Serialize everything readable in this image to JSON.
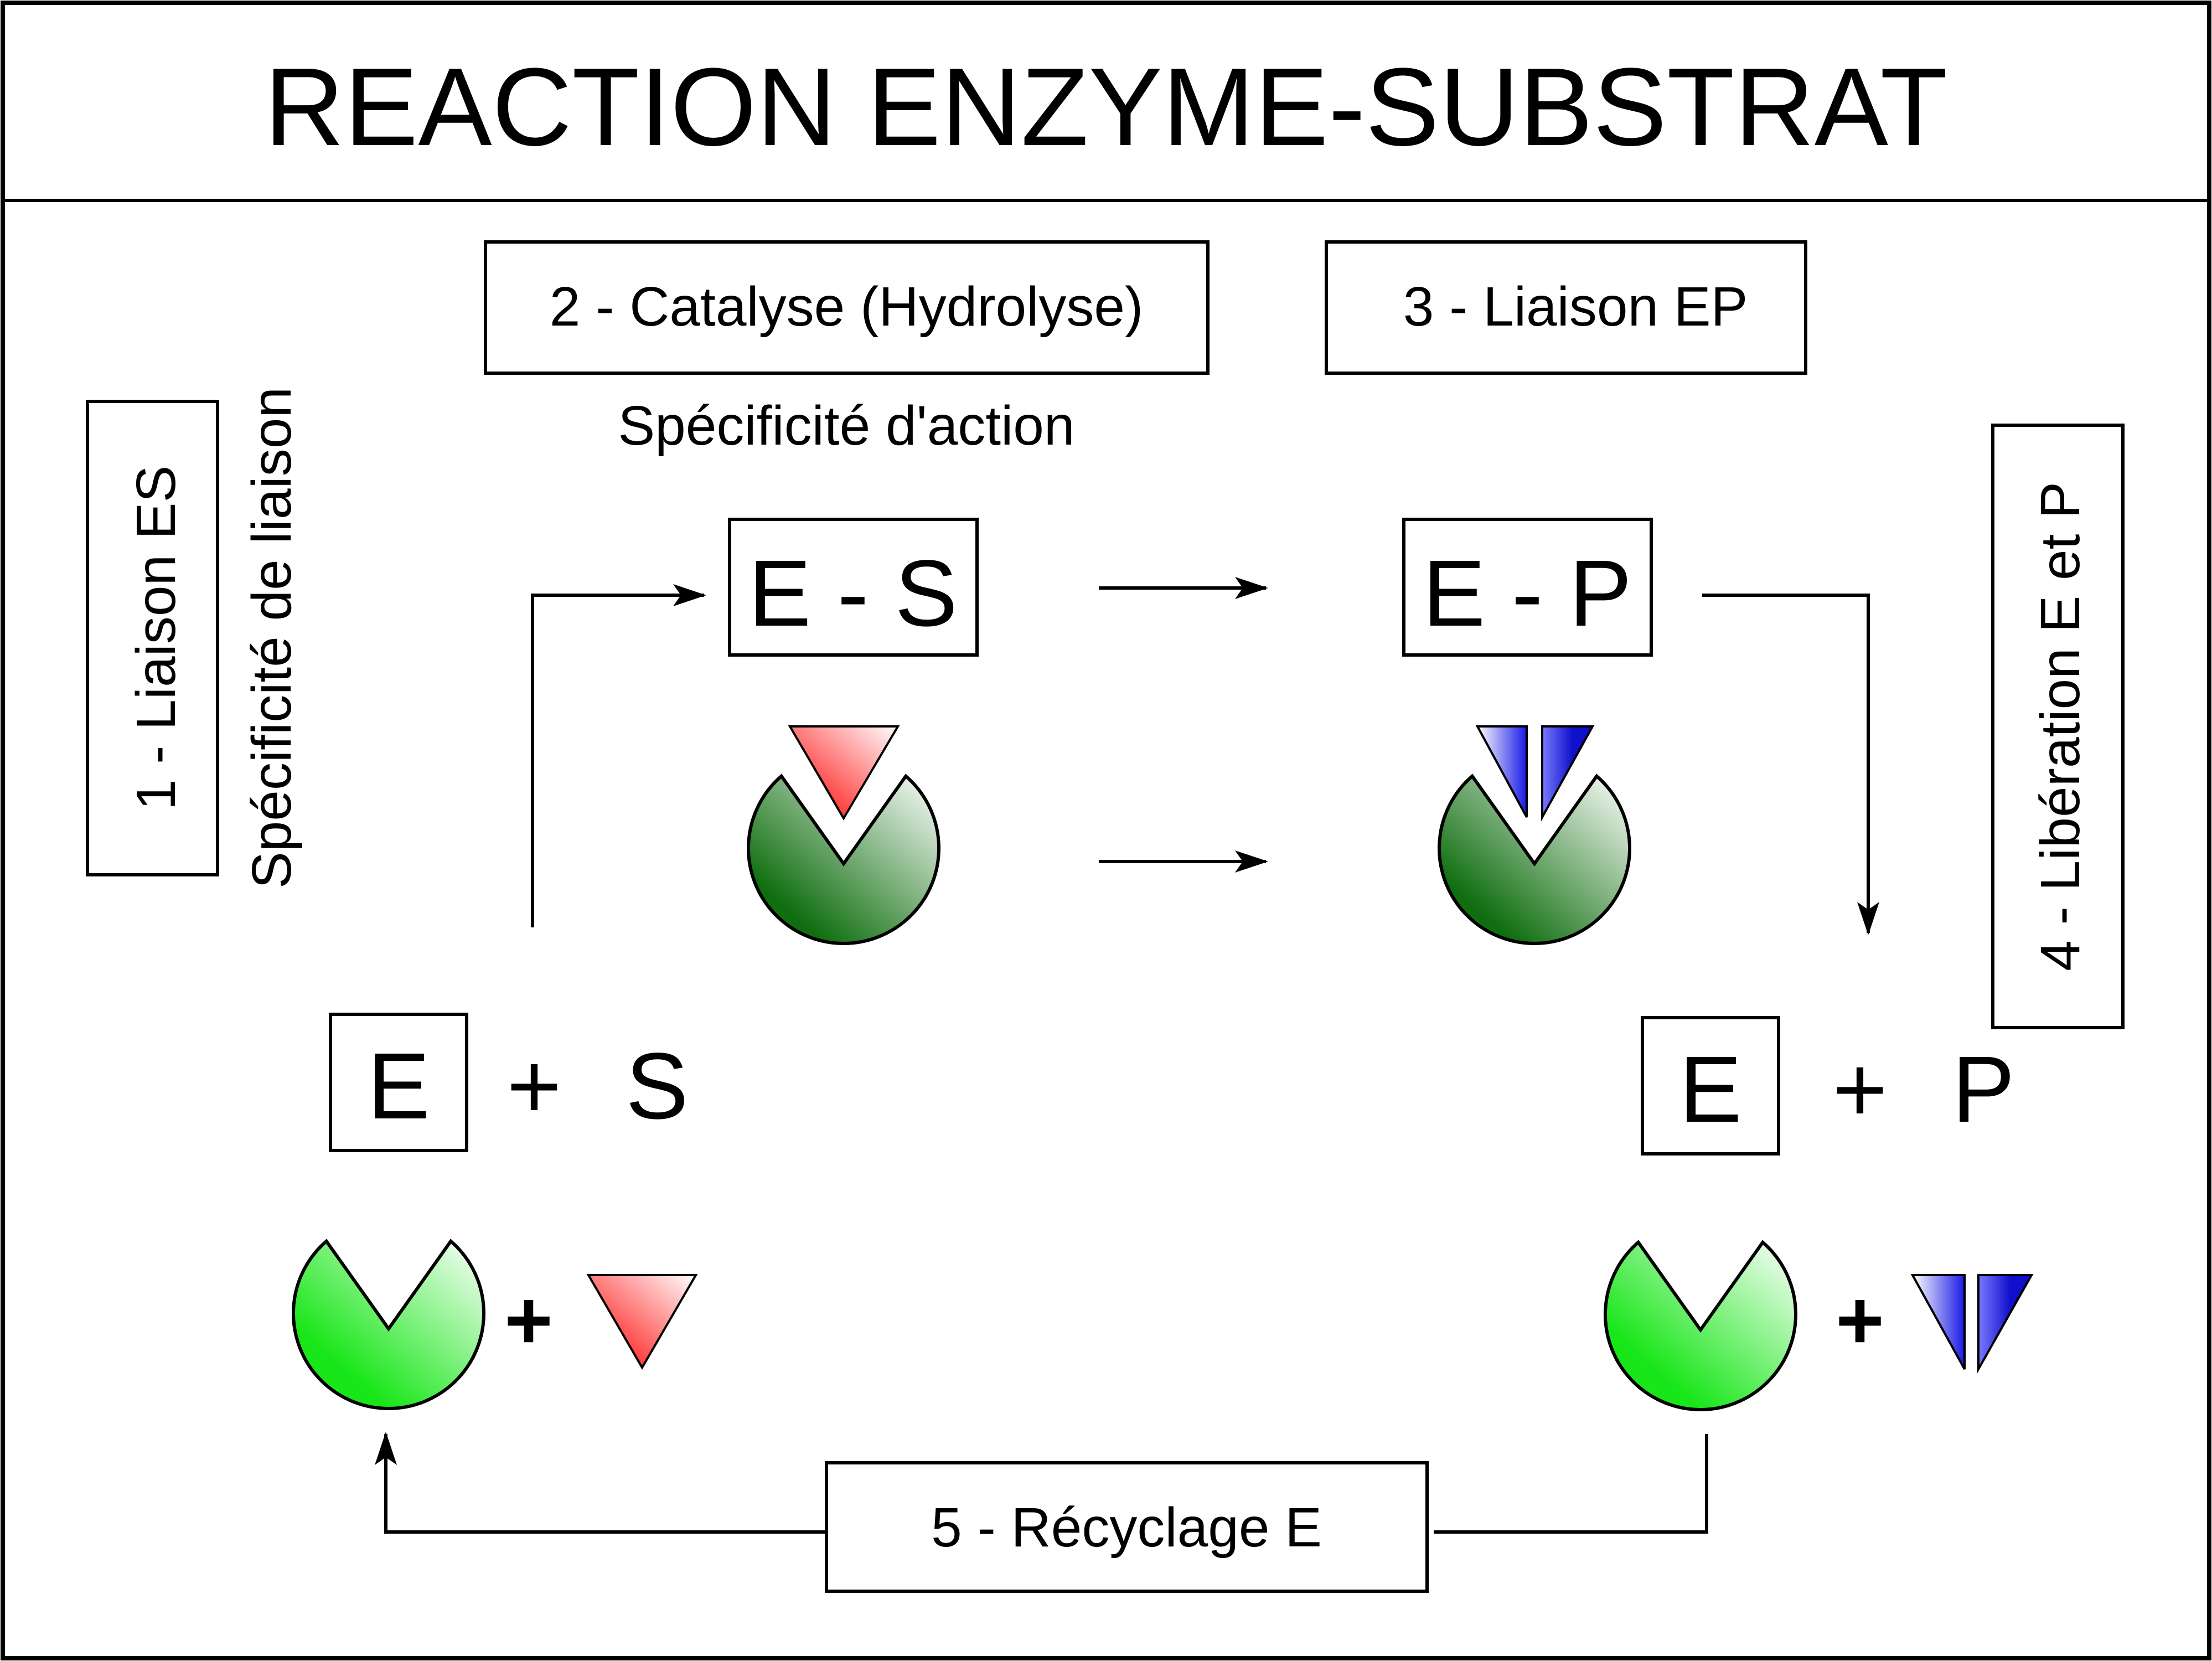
{
  "title": "REACTION ENZYME-SUBSTRAT",
  "steps": {
    "step1": "1 - Liaison ES",
    "step2": "2 - Catalyse (Hydrolyse)",
    "step3": "3 - Liaison EP",
    "step4": "4 - Libération E et P",
    "step5": "5 - Récyclage E"
  },
  "notes": {
    "specificity_binding": "Spécificité de liaison",
    "specificity_action": "Spécificité d'action"
  },
  "complexes": {
    "es": "E - S",
    "ep": "E - P"
  },
  "equations": {
    "left": {
      "enzyme": "E",
      "plus": "+",
      "other": "S"
    },
    "right": {
      "enzyme": "E",
      "plus": "+",
      "other": "P"
    }
  },
  "shape_plus": "+",
  "colors": {
    "enzyme_free": "#19e619",
    "enzyme_bound": "#1a7a1a",
    "substrate": "#ff2a2a",
    "product": "#1a1ae6",
    "stroke": "#000000"
  },
  "icons": {
    "enzyme": "pacman-enzyme-icon",
    "substrate": "triangle-substrate-icon",
    "product": "split-triangle-product-icon"
  }
}
